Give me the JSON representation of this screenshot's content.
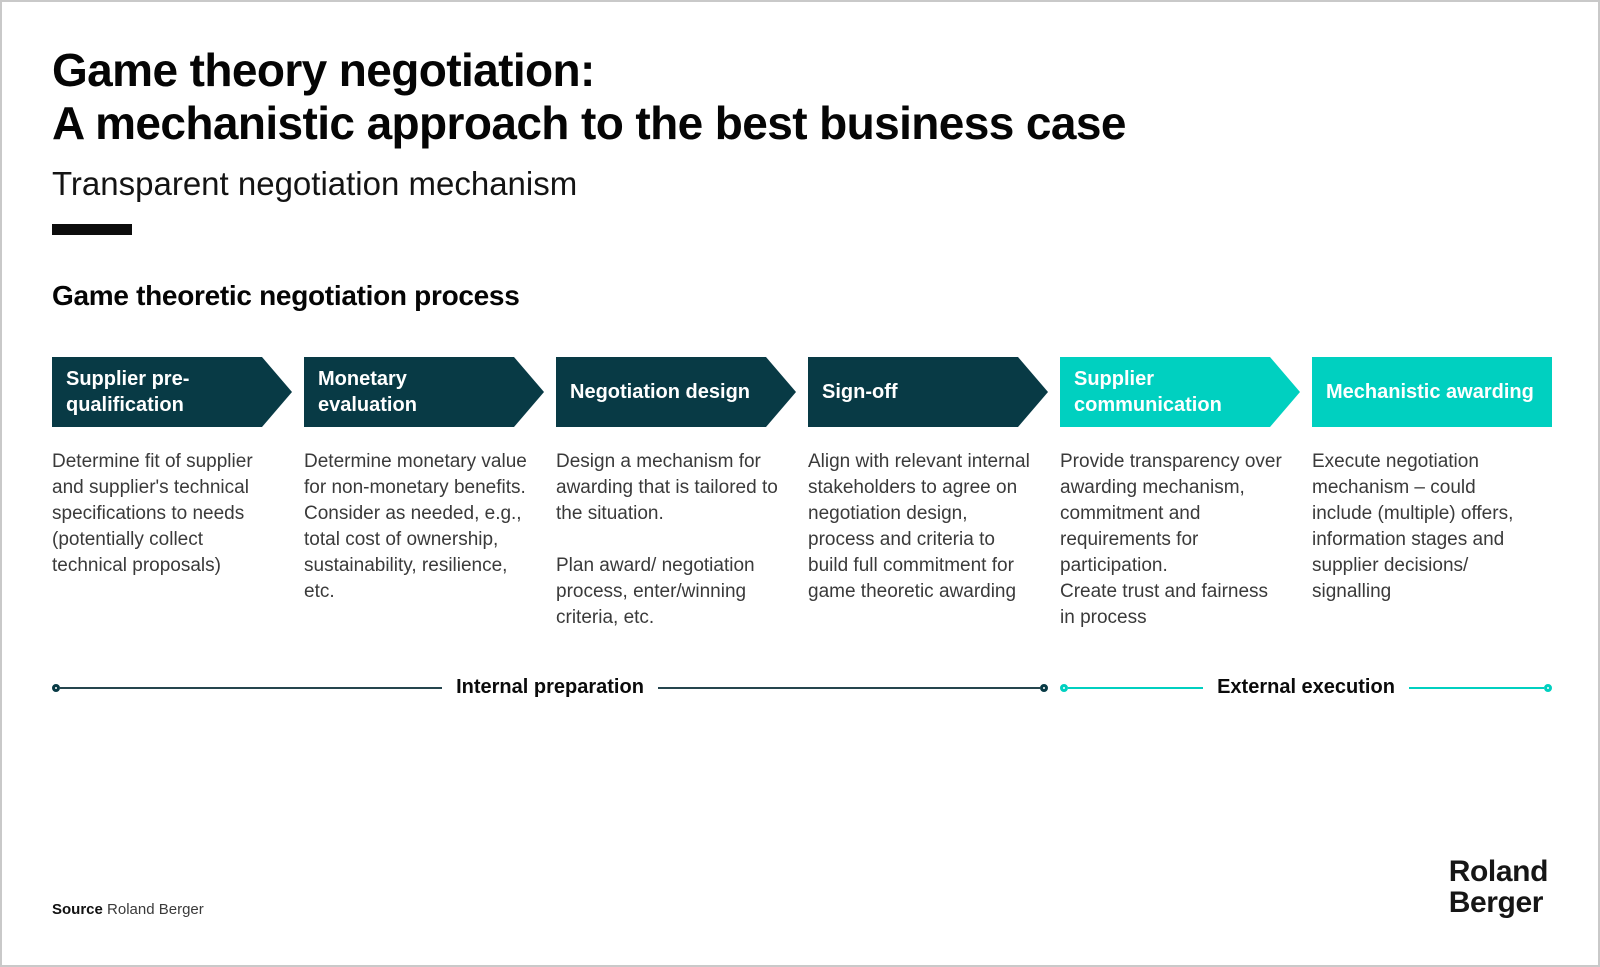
{
  "colors": {
    "dark_teal": "#083A45",
    "teal": "#00D0C0",
    "line_dark": "#25454E",
    "accent_black": "#0D0D0D"
  },
  "header": {
    "title_line1": "Game theory negotiation:",
    "title_line2": "A mechanistic approach to the best business case",
    "subtitle": "Transparent negotiation mechanism"
  },
  "section": {
    "heading": "Game theoretic negotiation process"
  },
  "steps": [
    {
      "label": "Supplier pre-qualification",
      "theme": "dark",
      "description": "Determine fit of supplier and supplier's technical specifications to needs (potentially collect technical proposals)"
    },
    {
      "label": "Monetary evaluation",
      "theme": "dark",
      "description": "Determine monetary value for non-monetary benefits. Consider as needed, e.g., total cost of ownership, sustainability, resilience, etc."
    },
    {
      "label": "Negotiation design",
      "theme": "dark",
      "description": "Design a mechanism for awarding that is tailored to the situation.\n\nPlan award/ negotiation process, enter/winning criteria, etc."
    },
    {
      "label": "Sign-off",
      "theme": "dark",
      "description": "Align with relevant internal stakeholders to agree on negotiation design, process and criteria to build full commitment for game theoretic awarding"
    },
    {
      "label": "Supplier communication",
      "theme": "teal",
      "description": "Provide transparency over awarding mechanism, commitment and requirements for participation.\nCreate trust and fairness in process"
    },
    {
      "label": "Mechanistic awarding",
      "theme": "teal",
      "description": "Execute negotiation mechanism – could include (multiple) offers, information stages and supplier decisions/ signalling"
    }
  ],
  "timeline": {
    "internal_label": "Internal preparation",
    "external_label": "External execution"
  },
  "footer": {
    "source_label": "Source",
    "source_text": "Roland Berger",
    "logo_line1": "Roland",
    "logo_line2": "Berger"
  }
}
